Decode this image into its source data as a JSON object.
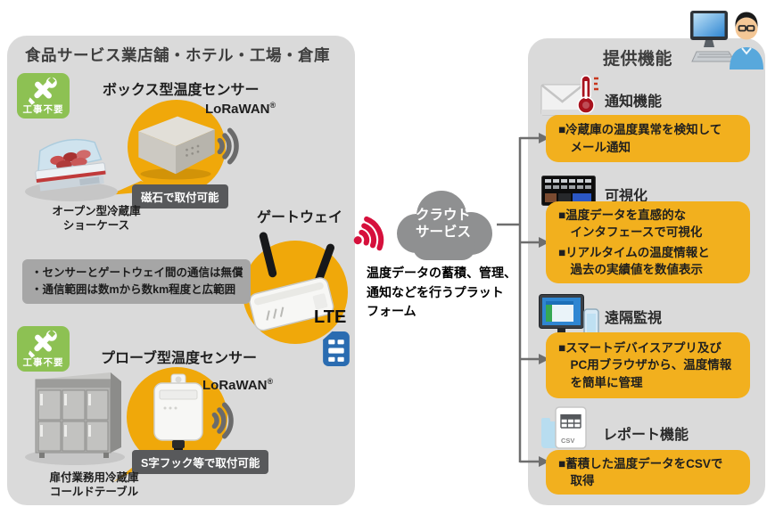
{
  "colors": {
    "panel_bg": "#dadada",
    "circle_orange": "#f0a80a",
    "box_orange": "#f2b01e",
    "badge_green": "#8dc153",
    "signal_red": "#d6103c",
    "signal_gray": "#6b6b6b",
    "sim_blue": "#2a6cb1",
    "dark_label_bg": "#58595b",
    "cloud_gray": "#8f9091",
    "connector_gray": "#6e6e6e"
  },
  "left_panel": {
    "title": "食品サービス業店舗・ホテル・工場・倉庫",
    "no_construction_badge": "工事不要",
    "box_sensor": {
      "title": "ボックス型温度センサー",
      "protocol": "LoRaWAN",
      "protocol_reg": "®",
      "attach_note": "磁石で取付可能",
      "device_caption": "オープン型冷蔵庫\nショーケース"
    },
    "gateway": {
      "title": "ゲートウェイ",
      "network_label": "LTE",
      "notes": [
        "・センサーとゲートウェイ間の通信は無償",
        "・通信範囲は数mから数km程度と広範囲"
      ]
    },
    "probe_sensor": {
      "title": "プローブ型温度センサー",
      "protocol": "LoRaWAN",
      "protocol_reg": "®",
      "attach_note": "S字フック等で取付可能",
      "device_caption": "扉付業務用冷蔵庫\nコールドテーブル"
    }
  },
  "cloud": {
    "label": "クラウド\nサービス",
    "description": "温度データの蓄積、管理、\n通知などを行うプラット\nフォーム"
  },
  "right_panel": {
    "title": "提供機能",
    "csv_icon_text": "CSV",
    "features": [
      {
        "name": "通知機能",
        "icon": "mail-thermometer-icon",
        "bullets": [
          "■冷蔵庫の温度異常を検知して\nメール通知"
        ]
      },
      {
        "name": "可視化",
        "icon": "dashboard-icon",
        "bullets": [
          "■温度データを直感的な\nインタフェースで可視化",
          "■リアルタイムの温度情報と\n過去の実績値を数値表示"
        ]
      },
      {
        "name": "遠隔監視",
        "icon": "monitor-smartphone-icon",
        "bullets": [
          "■スマートデバイスアプリ及び\nPC用ブラウザから、温度情報\nを簡単に管理"
        ]
      },
      {
        "name": "レポート機能",
        "icon": "csv-file-icon",
        "bullets": [
          "■蓄積した温度データをCSVで\n取得"
        ]
      }
    ]
  }
}
